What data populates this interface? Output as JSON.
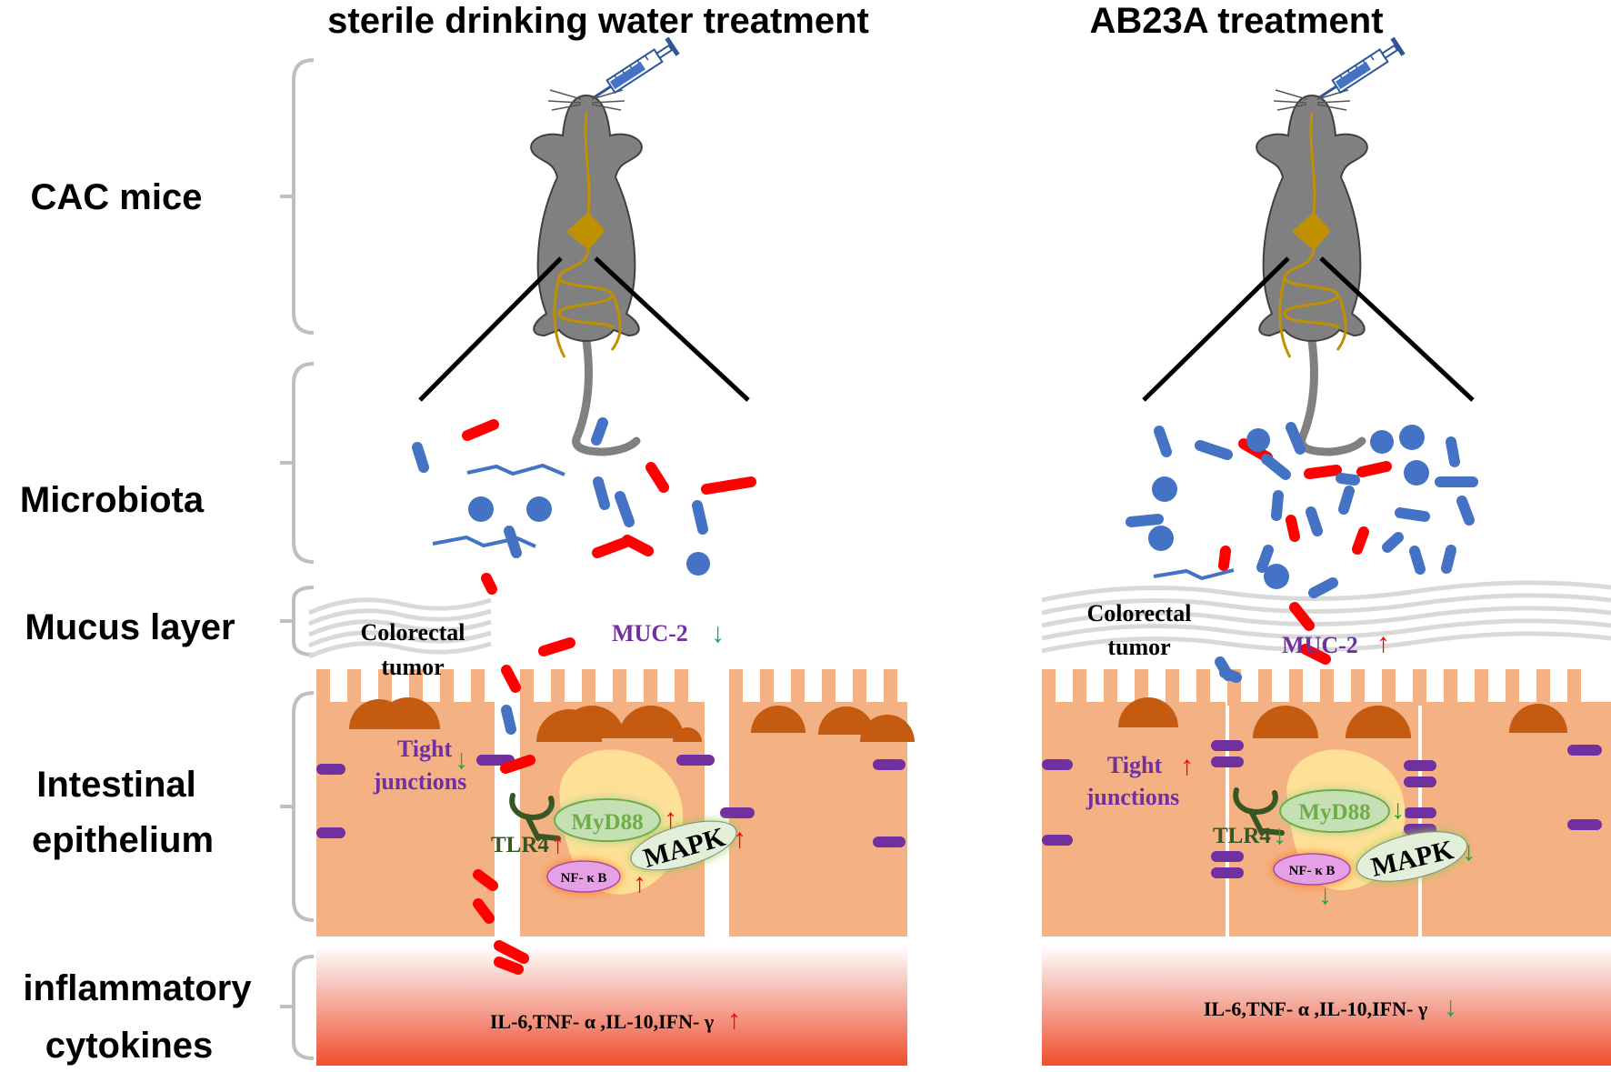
{
  "titles": {
    "left": "sterile drinking water treatment",
    "right": "AB23A treatment"
  },
  "row_labels": {
    "mice": "CAC mice",
    "microbiota": "Microbiota",
    "mucus": "Mucus layer",
    "epithelium_line1": "Intestinal",
    "epithelium_line2": "epithelium",
    "cytokines_line1": "inflammatory",
    "cytokines_line2": "cytokines"
  },
  "left_panel": {
    "tumor_line1": "Colorectal",
    "tumor_line2": "tumor",
    "muc2": "MUC-2",
    "muc2_trend": "down",
    "tight_line1": "Tight",
    "tight_line2": "junctions",
    "tight_trend": "down",
    "tlr4": "TLR4",
    "tlr4_trend": "up",
    "myd88": "MyD88",
    "myd88_trend": "up",
    "mapk": "MAPK",
    "mapk_trend": "up",
    "nfkb": "NF- κ B",
    "nfkb_trend": "up",
    "cytokines": "IL-6,TNF- α ,IL-10,IFN- γ",
    "cytokines_trend": "up"
  },
  "right_panel": {
    "tumor_line1": "Colorectal",
    "tumor_line2": "tumor",
    "muc2": "MUC-2",
    "muc2_trend": "up",
    "tight_line1": "Tight",
    "tight_line2": "junctions",
    "tight_trend": "up",
    "tlr4": "TLR4",
    "tlr4_trend": "down",
    "myd88": "MyD88",
    "myd88_trend": "down",
    "mapk": "MAPK",
    "mapk_trend": "down",
    "nfkb": "NF- κ B",
    "nfkb_trend": "down",
    "cytokines": "IL-6,TNF- α ,IL-10,IFN- γ",
    "cytokines_trend": "down"
  },
  "arrows": {
    "up": "↑",
    "down": "↓"
  },
  "colors": {
    "epithelium": "#f4b183",
    "tumor": "#c55a11",
    "junction": "#7030a0",
    "bacteria_blue": "#4472c4",
    "bacteria_red": "#ff0000",
    "myd88_fill": "#c5e0b4",
    "myd88_text": "#70ad47",
    "tlr4": "#375623",
    "nfkb_fill": "#e6a0e6",
    "nucleus": "#ffe699",
    "mouse": "#808080",
    "gut": "#bf9000",
    "bracket": "#bfbfbf",
    "up_arrow": "#ff0000",
    "down_arrow": "#00b050",
    "purple_text": "#7030a0",
    "cytokine_red": "#f04e2f"
  }
}
